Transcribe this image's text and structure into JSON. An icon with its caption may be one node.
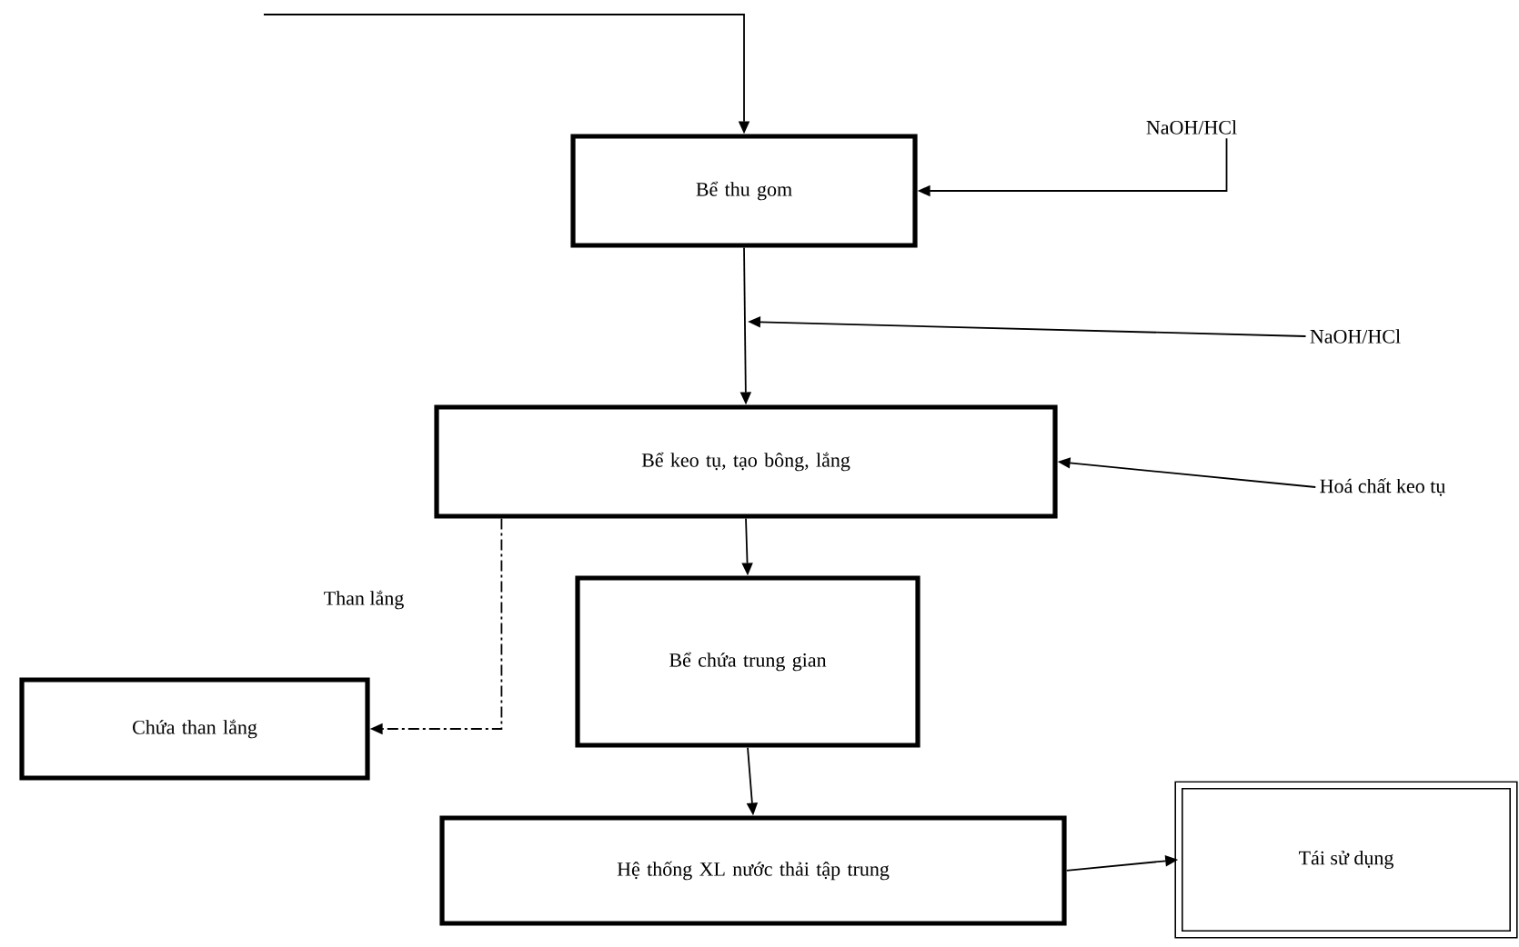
{
  "diagram": {
    "nodes": [
      {
        "text": [
          "Bể thu gom"
        ]
      },
      {
        "text": [
          "Bể keo tụ, tạo bông, lắng"
        ]
      },
      {
        "text": [
          "Bể chứa trung gian"
        ]
      },
      {
        "text": [
          "Chứa than lắng"
        ]
      },
      {
        "text": [
          "Hệ thống XL nước thải tập trung"
        ]
      },
      {
        "text": [
          "Tái sử dụng"
        ]
      },
      {
        "text": [
          "NaOH/HCl"
        ]
      },
      {
        "text": [
          "NaOH/HCl"
        ]
      },
      {
        "text": [
          "Hoá chất keo tụ"
        ]
      }
    ],
    "edges": [
      {
        "from": null,
        "to": 0,
        "arrow": "to"
      },
      {
        "from": 6,
        "to": 0,
        "arrow": "to"
      },
      {
        "from": 7,
        "to": null,
        "arrow": "to"
      },
      {
        "from": 0,
        "to": 1,
        "arrow": "to"
      },
      {
        "from": 8,
        "to": 1,
        "arrow": "to"
      },
      {
        "from": 1,
        "to": 2,
        "arrow": "to"
      },
      {
        "from": 1,
        "to": 3,
        "arrow": "to",
        "style": "dashed",
        "label": "Than lắng"
      },
      {
        "from": 2,
        "to": 4,
        "arrow": "to"
      },
      {
        "from": 4,
        "to": 5,
        "arrow": "to"
      }
    ]
  }
}
